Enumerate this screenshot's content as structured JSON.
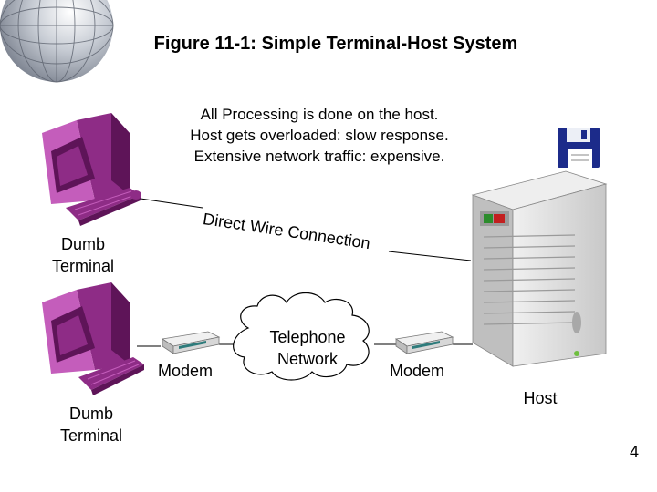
{
  "slide": {
    "title": "Figure 11-1: Simple Terminal-Host System",
    "notes": [
      "All Processing is done on the host.",
      "Host gets overloaded: slow response.",
      "Extensive network traffic: expensive."
    ],
    "page_number": "4"
  },
  "diagram": {
    "terminal_top_label": [
      "Dumb",
      "Terminal"
    ],
    "terminal_bottom_label": [
      "Dumb",
      "Terminal"
    ],
    "wire_label": "Direct Wire Connection",
    "modem_left_label": "Modem",
    "modem_right_label": "Modem",
    "network_label": [
      "Telephone",
      "Network"
    ],
    "host_label": "Host"
  },
  "colors": {
    "terminal": "#8e2c86",
    "terminal_dark": "#5e1458",
    "terminal_light": "#c45dbb",
    "host_body": "#d9d9d9",
    "modem": "#d7d7d7",
    "disk": "#1c2b8a"
  }
}
